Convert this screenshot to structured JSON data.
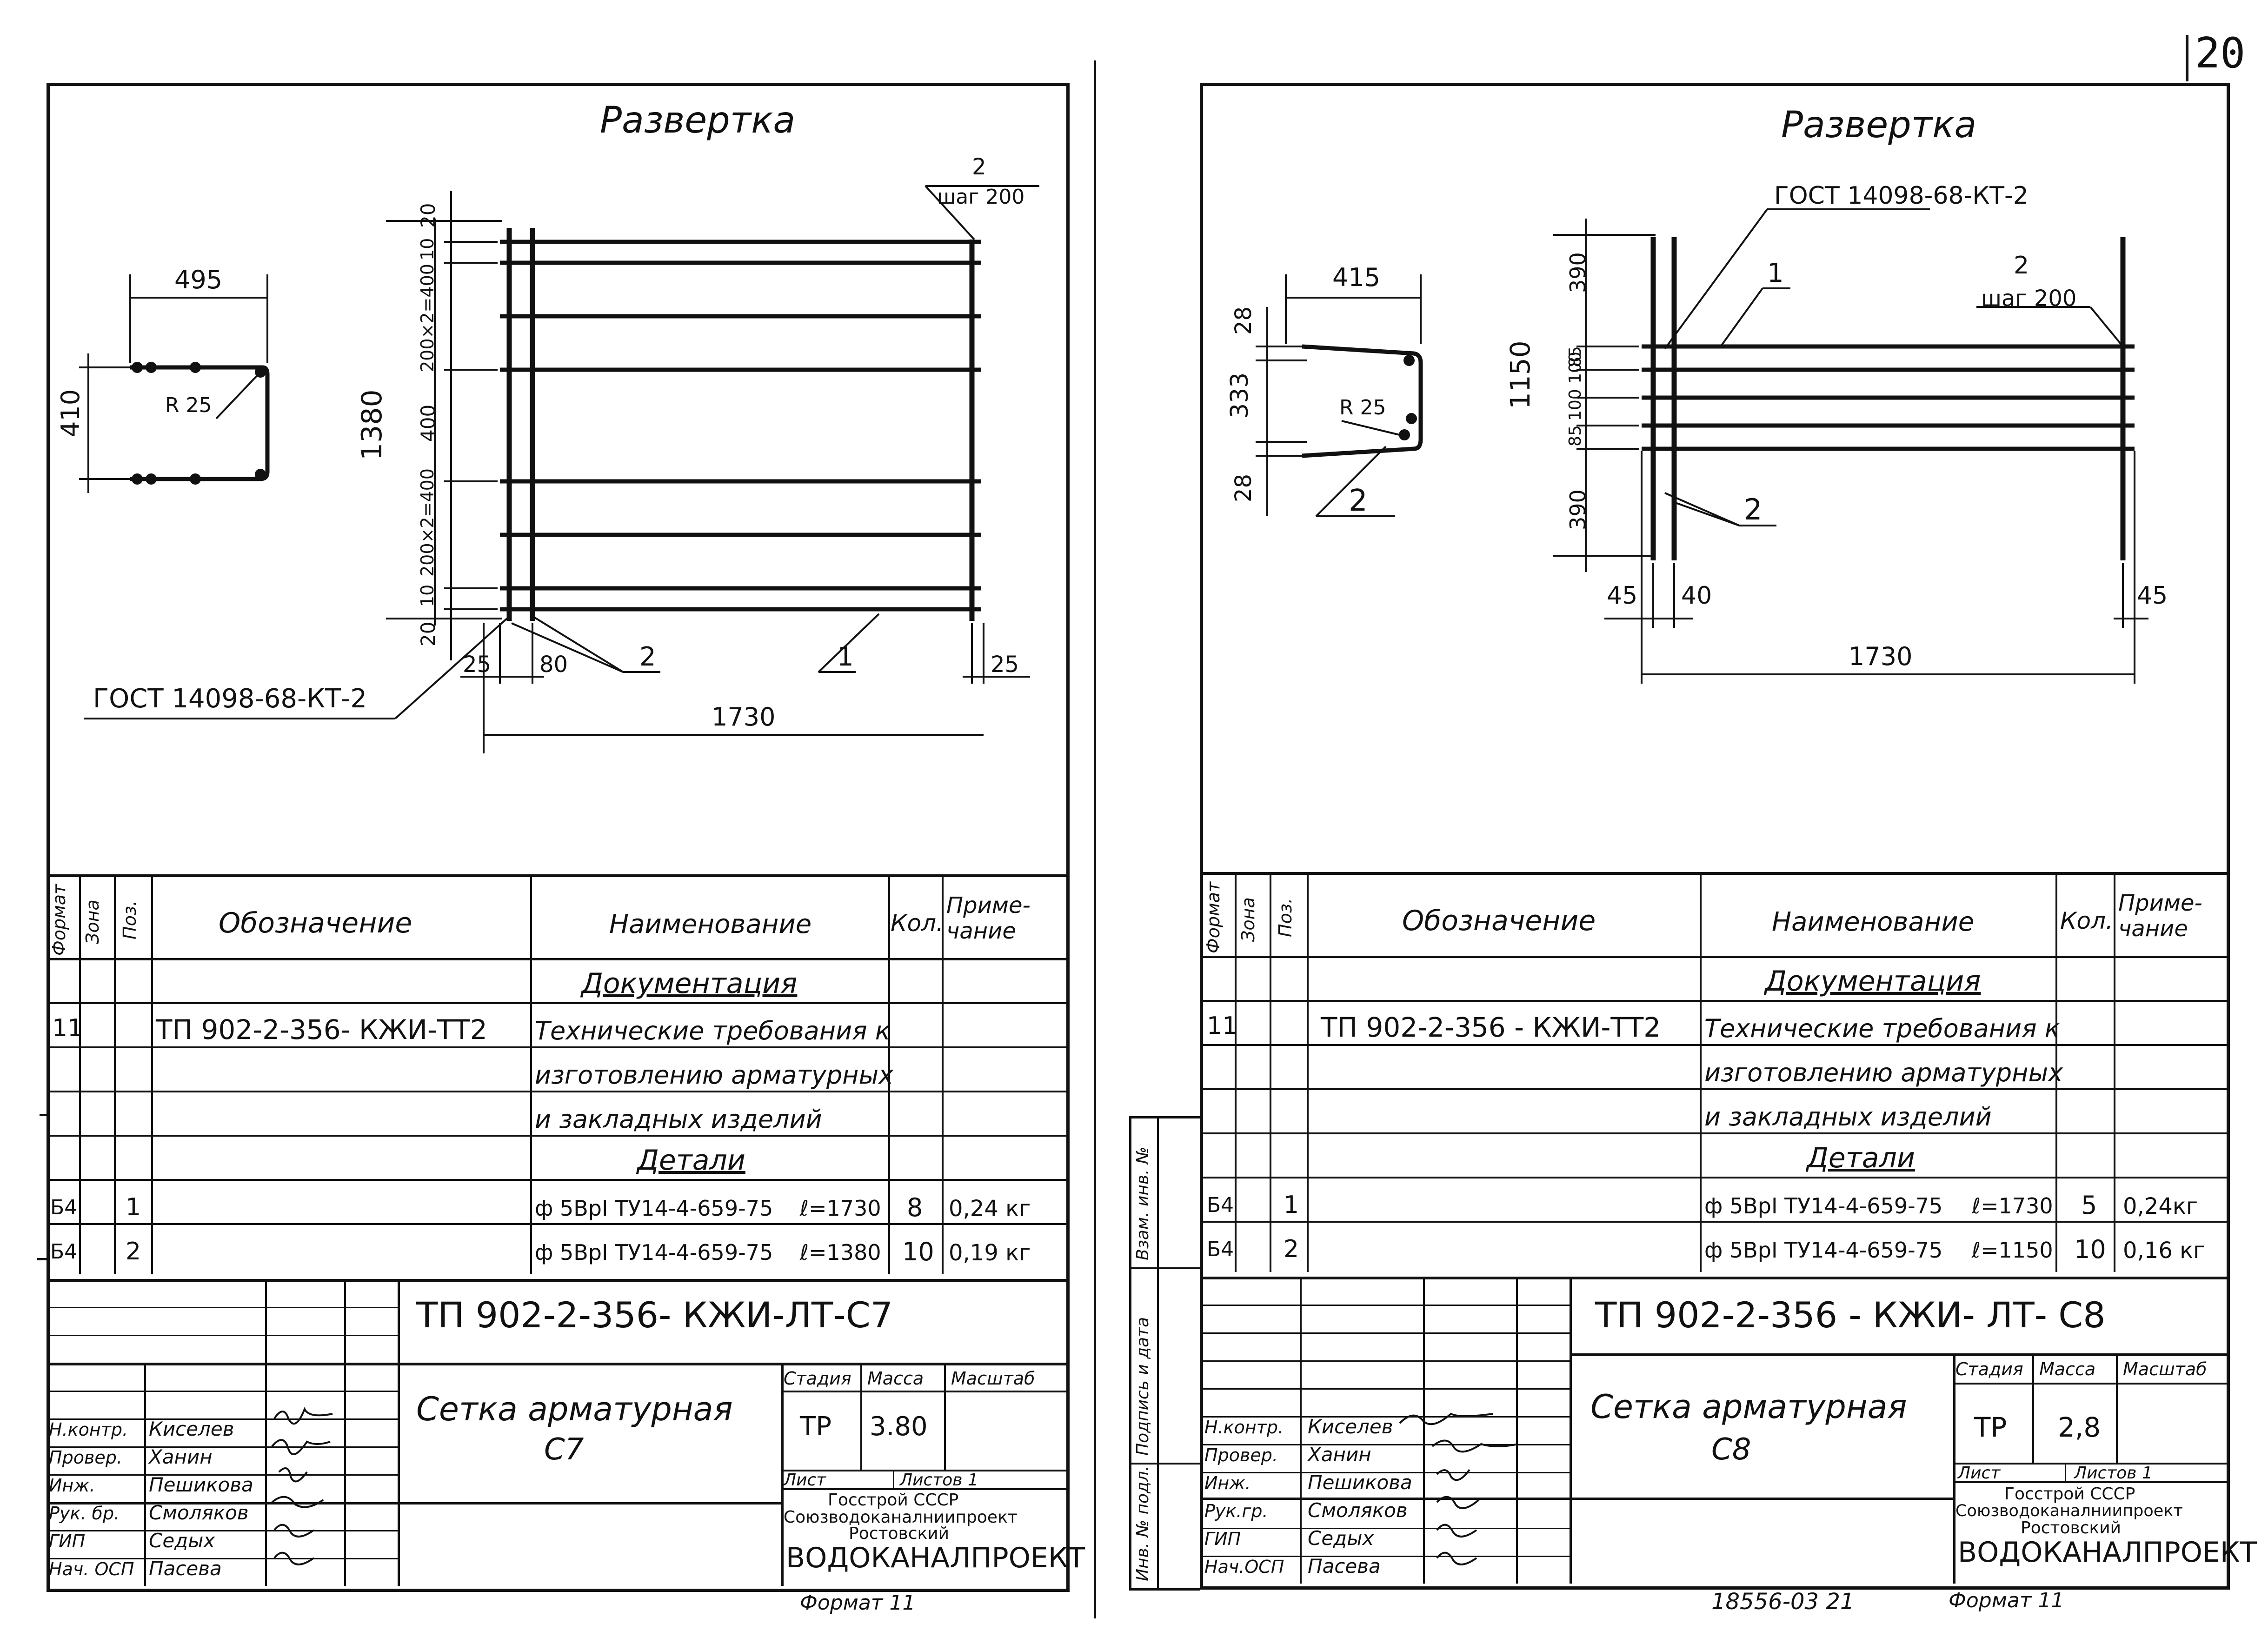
{
  "page_number": "20",
  "footer_code": "18556-03 21",
  "sheets": [
    {
      "id": "c7",
      "razvertka": "Развертка",
      "rebar_labels": {
        "pos2_shag_num": "2",
        "pos2_shag": "шаг 200",
        "gost": "ГОСТ 14098-68-КТ-2",
        "lbl_1": "1",
        "lbl_2": "2"
      },
      "dims": {
        "d495": "495",
        "d410": "410",
        "r25": "R 25",
        "d1380": "1380",
        "v20a": "20",
        "v10a": "10",
        "v200x2_400a": "200×2=400",
        "v400": "400",
        "v200x2_400b": "200×2=400",
        "v10b": "10",
        "v20b": "20",
        "h25a": "25",
        "h80": "80",
        "h25b": "25",
        "h1730": "1730"
      },
      "spec": {
        "headers": {
          "format": "Формат",
          "zona": "Зона",
          "poz": "Поз.",
          "oboznach": "Обозначение",
          "naimen": "Наименование",
          "kol": "Кол.",
          "prim": "Приме-чание"
        },
        "section_doc": "Документация",
        "doc_row_format": "11",
        "doc_row_code": "ТП 902-2-356- КЖИ-ТТ2",
        "doc_name_1": "Технические требования к",
        "doc_name_2": "изготовлению арматурных",
        "doc_name_3": "и закладных изделий",
        "section_det": "Детали",
        "rows": [
          {
            "format": "Б4",
            "poz": "1",
            "name": "ф 5ВрI ТУ14-4-659-75",
            "len": "ℓ=1730",
            "kol": "8",
            "prim": "0,24 кг"
          },
          {
            "format": "Б4",
            "poz": "2",
            "name": "ф 5ВрI ТУ14-4-659-75",
            "len": "ℓ=1380",
            "kol": "10",
            "prim": "0,19 кг"
          }
        ]
      },
      "stamp": {
        "code": "ТП 902-2-356- КЖИ-ЛТ-С7",
        "title_1": "Сетка арматурная",
        "title_2": "С7",
        "stadia_h": "Стадия",
        "massa_h": "Масса",
        "masshtab_h": "Масштаб",
        "stadia": "ТР",
        "massa": "3.80",
        "list_h": "Лист",
        "listov_h": "Листов 1",
        "org1": "Госстрой СССР",
        "org2": "Союзводоканалниипроект",
        "org3": "Ростовский",
        "org4": "ВОДОКАНАЛПРОЕКТ",
        "people": [
          {
            "role": "Н.контр.",
            "name": "Киселев"
          },
          {
            "role": "Провер.",
            "name": "Ханин"
          },
          {
            "role": "Инж.",
            "name": "Пешикова"
          },
          {
            "role": "Рук. бр.",
            "name": "Смоляков"
          },
          {
            "role": "ГИП",
            "name": "Седых"
          },
          {
            "role": "Нач. ОСП",
            "name": "Пасева"
          }
        ],
        "format_note": "Формат 11"
      }
    },
    {
      "id": "c8",
      "razvertka": "Развертка",
      "rebar_labels": {
        "gost": "ГОСТ 14098-68-КТ-2",
        "lbl_1": "1",
        "pos2_shag_num": "2",
        "pos2_shag": "шаг 200",
        "lbl_2a": "2",
        "lbl_2b": "2"
      },
      "dims": {
        "d415": "415",
        "d28a": "28",
        "d333": "333",
        "d28b": "28",
        "r25": "R 25",
        "d1150": "1150",
        "v390a": "390",
        "v85a": "85",
        "v100_100": "100 100",
        "v85b": "85",
        "v390b": "390",
        "h45a": "45",
        "h40": "40",
        "h45b": "45",
        "h1730": "1730"
      },
      "spec": {
        "headers": {
          "format": "Формат",
          "zona": "Зона",
          "poz": "Поз.",
          "oboznach": "Обозначение",
          "naimen": "Наименование",
          "kol": "Кол.",
          "prim": "Приме-чание"
        },
        "section_doc": "Документация",
        "doc_row_format": "11",
        "doc_row_code": "ТП 902-2-356 - КЖИ-ТТ2",
        "doc_name_1": "Технические требования к",
        "doc_name_2": "изготовлению арматурных",
        "doc_name_3": "и закладных изделий",
        "section_det": "Детали",
        "rows": [
          {
            "format": "Б4",
            "poz": "1",
            "name": "ф 5ВрI ТУ14-4-659-75",
            "len": "ℓ=1730",
            "kol": "5",
            "prim": "0,24кг"
          },
          {
            "format": "Б4",
            "poz": "2",
            "name": "ф 5ВрI ТУ14-4-659-75",
            "len": "ℓ=1150",
            "kol": "10",
            "prim": "0,16 кг"
          }
        ]
      },
      "stamp": {
        "code": "ТП 902-2-356 - КЖИ- ЛТ- С8",
        "title_1": "Сетка арматурная",
        "title_2": "С8",
        "stadia_h": "Стадия",
        "massa_h": "Масса",
        "masshtab_h": "Масштаб",
        "stadia": "ТР",
        "massa": "2,8",
        "list_h": "Лист",
        "listov_h": "Листов 1",
        "org1": "Госстрой СССР",
        "org2": "Союзводоканалниипроект",
        "org3": "Ростовский",
        "org4": "ВОДОКАНАЛПРОЕКТ",
        "people": [
          {
            "role": "Н.контр.",
            "name": "Киселев"
          },
          {
            "role": "Провер.",
            "name": "Ханин"
          },
          {
            "role": "Инж.",
            "name": "Пешикова"
          },
          {
            "role": "Рук.гр.",
            "name": "Смоляков"
          },
          {
            "role": "ГИП",
            "name": "Седых"
          },
          {
            "role": "Нач.ОСП",
            "name": "Пасева"
          }
        ],
        "format_note": "Формат 11"
      },
      "side_stamp": {
        "vzam": "Взам. инв. №",
        "podp": "Подпись и дата",
        "inv": "Инв. № подл."
      }
    }
  ]
}
